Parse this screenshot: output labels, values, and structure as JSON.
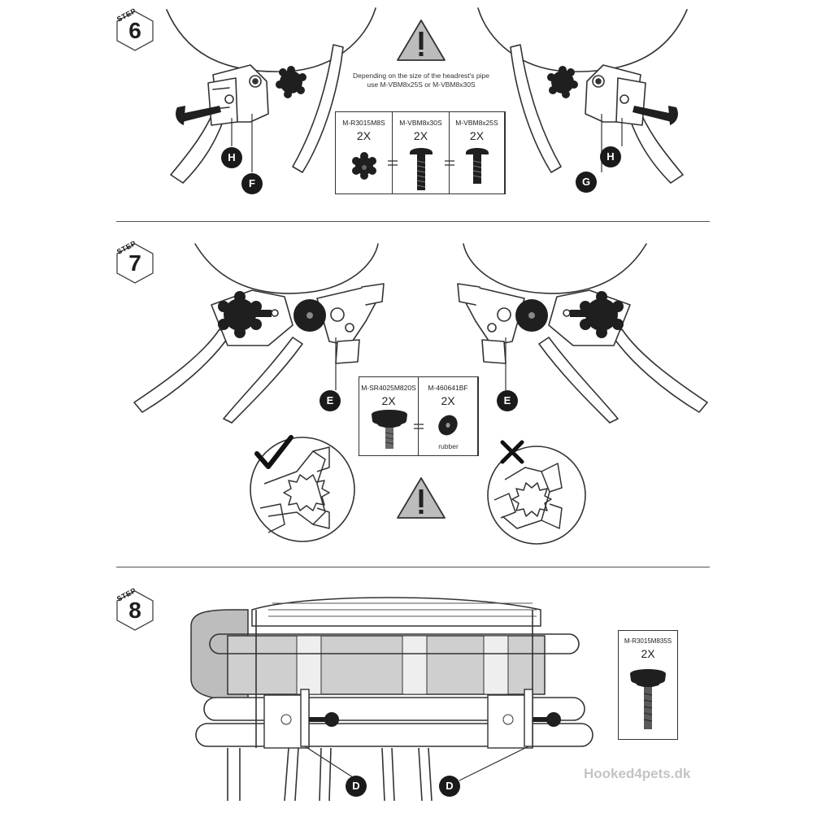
{
  "steps": [
    {
      "word": "STEP",
      "number": "6"
    },
    {
      "word": "STEP",
      "number": "7"
    },
    {
      "word": "STEP",
      "number": "8"
    }
  ],
  "step6": {
    "warning_note": "Depending on the size of the headrest's pipe use M-VBM8x25S or M-VBM8x30S",
    "parts": [
      {
        "code": "M-R3015M8S",
        "qty": "2X",
        "icon": "star-knob-nut-icon"
      },
      {
        "code": "M-VBM8x30S",
        "qty": "2X",
        "icon": "bolt-icon"
      },
      {
        "code": "M-VBM8x25S",
        "qty": "2X",
        "icon": "bolt-icon"
      }
    ],
    "callouts_left": [
      "H",
      "F"
    ],
    "callouts_right": [
      "G",
      "H"
    ]
  },
  "step7": {
    "parts": [
      {
        "code": "M-SR4025M820S",
        "qty": "2X",
        "icon": "star-knob-bolt-icon"
      },
      {
        "code": "M-460641BF",
        "qty": "2X",
        "icon": "rubber-washer-icon",
        "note": "rubber"
      }
    ],
    "callouts": [
      "E",
      "E"
    ],
    "correct_icon": "checkmark-icon",
    "wrong_icon": "cross-icon"
  },
  "step8": {
    "parts": [
      {
        "code": "M-R3015M835S",
        "qty": "2X",
        "icon": "long-star-knob-bolt-icon"
      }
    ],
    "callouts": [
      "D",
      "D"
    ]
  },
  "watermark": "Hooked4pets.dk"
}
